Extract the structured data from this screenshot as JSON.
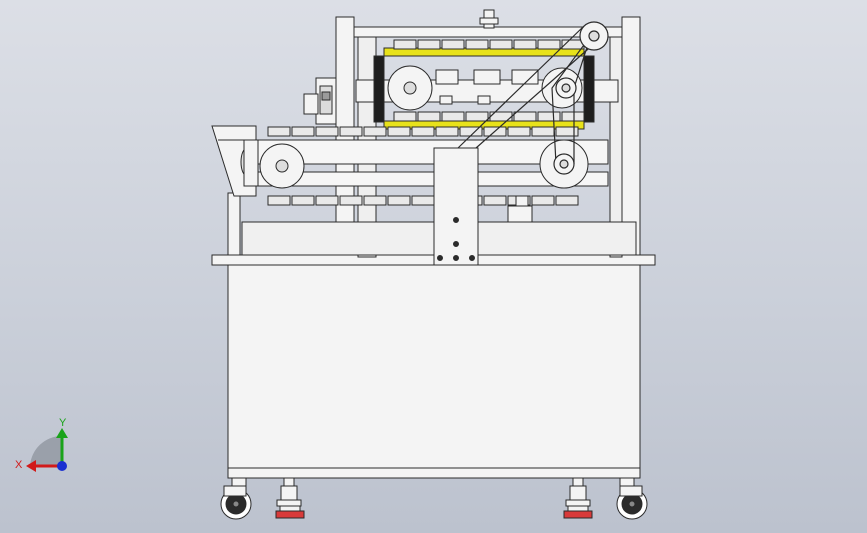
{
  "viewport": {
    "background_top": "#dcdfe6",
    "background_bottom": "#bcc2ce",
    "model": "machine-front-view"
  },
  "triad": {
    "x_label": "X",
    "y_label": "Y",
    "x_color": "#d11a1a",
    "y_color": "#1aa31a",
    "z_color": "#1a2fd1"
  },
  "colors": {
    "edge": "#2b2b2b",
    "face": "#f4f4f4",
    "face_shade": "#e3e3e3",
    "chain_link": "#e9e9e9",
    "belt_highlight": "#e8e21a",
    "foot_accent": "#d83a3a"
  }
}
